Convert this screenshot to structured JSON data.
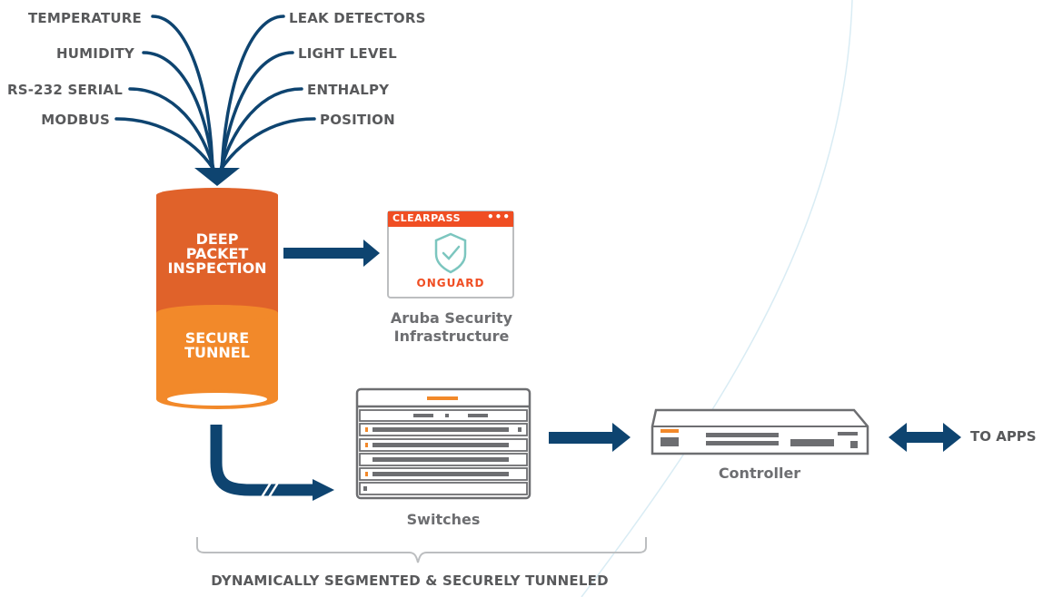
{
  "sensors_left": [
    "TEMPERATURE",
    "HUMIDITY",
    "RS-232 SERIAL",
    "MODBUS"
  ],
  "sensors_right": [
    "LEAK DETECTORS",
    "LIGHT LEVEL",
    "ENTHALPY",
    "POSITION"
  ],
  "cylinder": {
    "top_text": [
      "DEEP",
      "PACKET",
      "INSPECTION"
    ],
    "bottom_text": [
      "SECURE",
      "TUNNEL"
    ]
  },
  "clearpass": {
    "header": "CLEARPASS",
    "dots": "•••",
    "footer": "ONGUARD",
    "caption_line1": "Aruba Security",
    "caption_line2": "Infrastructure"
  },
  "switches": {
    "caption": "Switches"
  },
  "controller": {
    "caption": "Controller"
  },
  "to_apps": "TO APPS",
  "bottom_caption": "DYNAMICALLY SEGMENTED & SECURELY TUNNELED",
  "colors": {
    "navy": "#0e4470",
    "orange_dark": "#e0622a",
    "orange_light": "#f2892a",
    "gray_text": "#58595b",
    "outline_gray": "#6d6e71",
    "accent_red": "#f04e23",
    "shield_teal": "#7cc6bf"
  },
  "icons": [
    "funnel-arrow-icon",
    "shield-check-icon",
    "switch-stack-icon",
    "controller-icon",
    "bidirectional-arrow-icon"
  ]
}
